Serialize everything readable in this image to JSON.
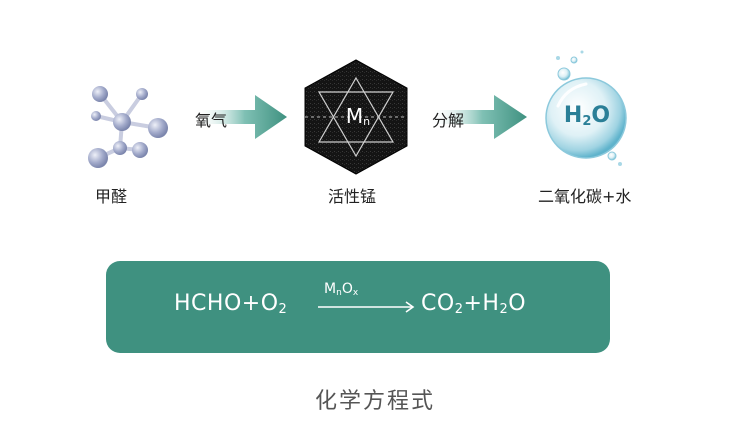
{
  "reactants": {
    "formaldehyde_label": "甲醛",
    "oxygen_label": "氧气"
  },
  "catalyst": {
    "badge_text": "M",
    "badge_sub": "n",
    "label": "活性锰"
  },
  "products": {
    "decompose_label": "分解",
    "water_badge": "H",
    "water_badge_sub": "2",
    "water_badge_tail": "O",
    "label": "二氧化碳+水"
  },
  "equation": {
    "left_main": "HCHO+O",
    "left_sub": "2",
    "catalyst_main": "M",
    "catalyst_sub_n": "n",
    "catalyst_o": "O",
    "catalyst_sub_x": "x",
    "right_main_co": "CO",
    "right_sub_co": "2",
    "right_plus_h": "+H",
    "right_sub_h": "2",
    "right_o": "O"
  },
  "caption": "化学方程式",
  "colors": {
    "accent_teal": "#3f9180",
    "arrow_teal": "#4aa394",
    "molecule_ball": "#9ea7c8",
    "hexagon_dark": "#1a1a1a",
    "water_drop": "#a8d9e6"
  }
}
